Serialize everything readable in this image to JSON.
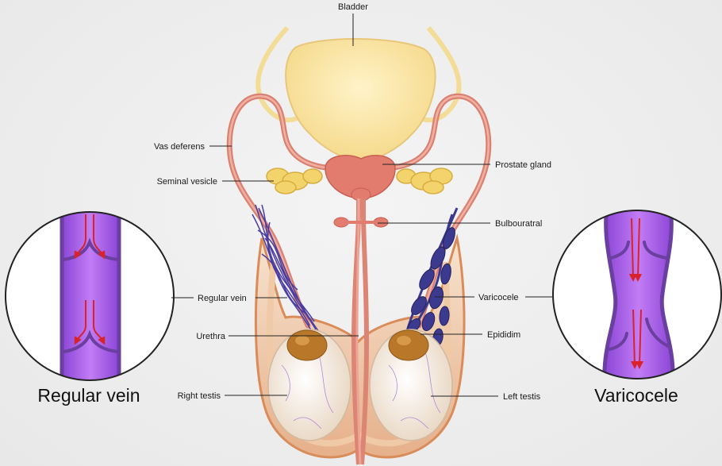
{
  "labels": {
    "bladder": "Bladder",
    "vas_deferens": "Vas  deferens",
    "seminal_vesicle": "Seminal  vesicle",
    "prostate_gland": "Prostate  gland",
    "bulbouratral": "Bulbouratral",
    "regular_vein": "Regular  vein",
    "varicocele": "Varicocele",
    "urethra": "Urethra",
    "epididim": "Epididim",
    "right_testis": "Right  testis",
    "left_testis": "Left  testis"
  },
  "insets": {
    "left_caption": "Regular  vein",
    "right_caption": "Varicocele"
  },
  "colors": {
    "vein_purple": "#a55ce8",
    "vein_outline": "#6a3fa0",
    "blood_arrow": "#d8232a",
    "bladder": "#f8df98",
    "duct": "#e4917f",
    "prostate": "#e27c6e",
    "vesicle": "#f2d26a",
    "varicocele_vein": "#3c3a8e",
    "scrotum_skin": "#f3d6b8",
    "testis": "#f3ece0",
    "epididymis": "#b9772a"
  }
}
